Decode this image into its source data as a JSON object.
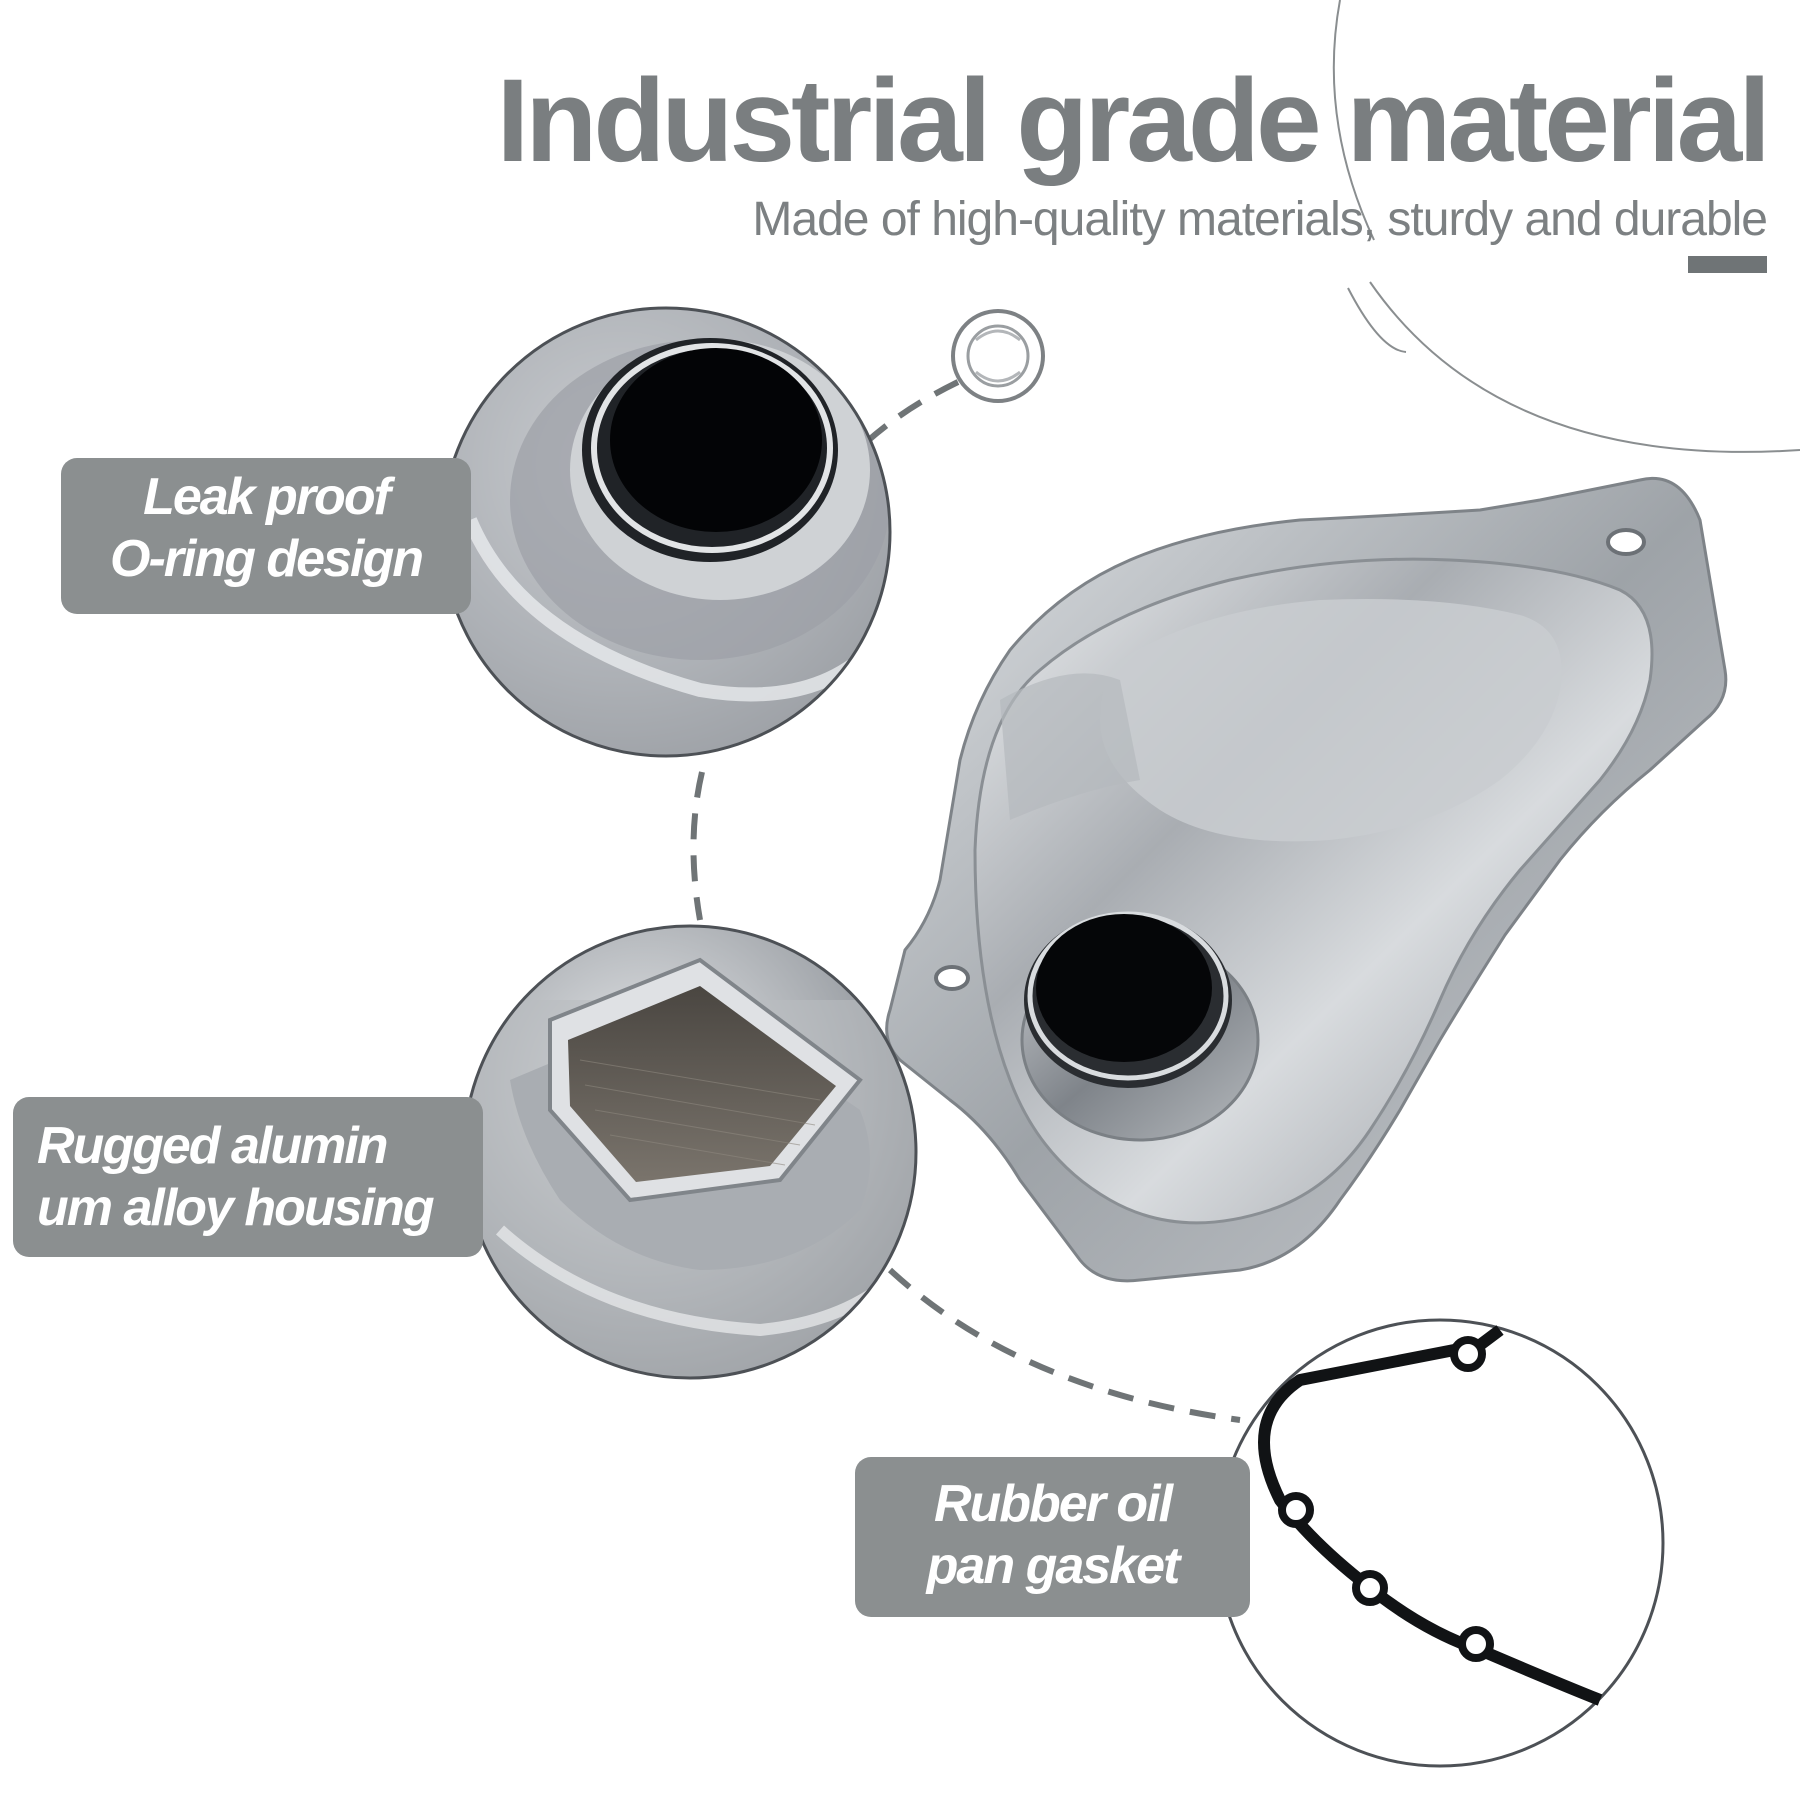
{
  "header": {
    "title": "Industrial grade material",
    "subtitle": "Made of high-quality materials, sturdy and durable"
  },
  "features": [
    {
      "line1": "Leak proof",
      "line2": "O-ring design",
      "icon": "o-ring-closeup-icon"
    },
    {
      "line1": "Rugged alumin",
      "line2": "um alloy housing",
      "icon": "filter-intake-closeup-icon"
    },
    {
      "line1": "Rubber oil",
      "line2": "pan gasket",
      "icon": "gasket-closeup-icon"
    }
  ],
  "colors": {
    "title": "#7a7e80",
    "tag_background": "#8b8f90",
    "tag_text": "#ffffff",
    "dashed_connector": "#6f7476"
  }
}
